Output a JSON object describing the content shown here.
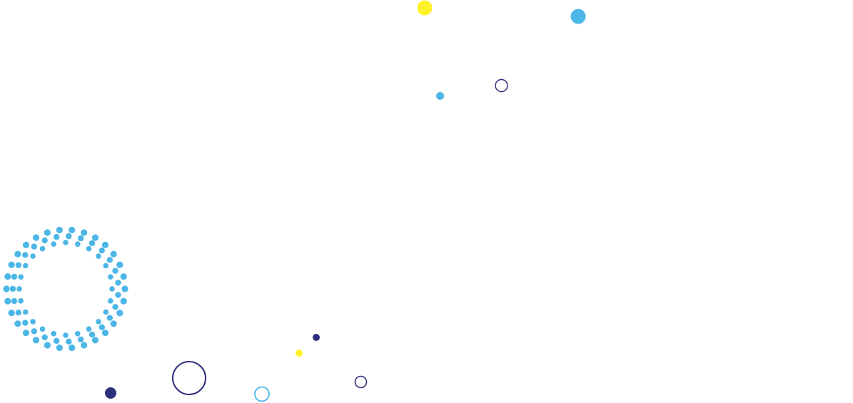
{
  "colors": {
    "background": "#ffffff",
    "sky_blue": "#4cb6e6",
    "navy": "#2e2f7d",
    "yellow": "#fff22a"
  },
  "decorations": [
    {
      "name": "dotted-ring",
      "shape": "dotted-ring",
      "color": "sky_blue"
    },
    {
      "name": "yellow-dot-top",
      "shape": "filled-circle",
      "color": "yellow"
    },
    {
      "name": "blue-dot-top-right",
      "shape": "filled-circle",
      "color": "sky_blue"
    },
    {
      "name": "blue-dot-small-top",
      "shape": "filled-circle",
      "color": "sky_blue"
    },
    {
      "name": "navy-ring-top",
      "shape": "outline-circle",
      "color": "navy"
    },
    {
      "name": "navy-dot-bottom-left",
      "shape": "filled-circle",
      "color": "navy"
    },
    {
      "name": "navy-ring-large",
      "shape": "outline-circle",
      "color": "navy"
    },
    {
      "name": "blue-ring-bottom",
      "shape": "outline-circle",
      "color": "sky_blue"
    },
    {
      "name": "yellow-dot-bottom",
      "shape": "filled-circle",
      "color": "yellow"
    },
    {
      "name": "navy-dot-bottom",
      "shape": "filled-circle",
      "color": "navy"
    },
    {
      "name": "navy-ring-bottom",
      "shape": "outline-circle",
      "color": "navy"
    }
  ]
}
